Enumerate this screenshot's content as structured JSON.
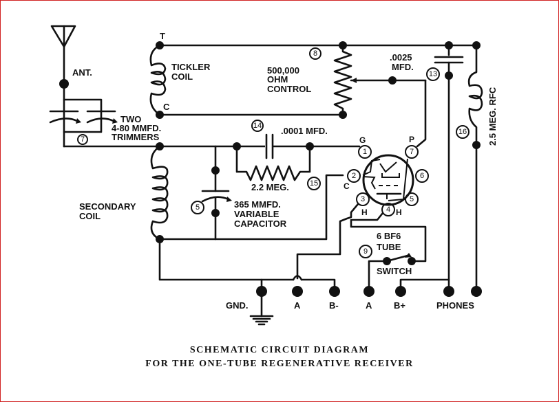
{
  "caption": {
    "line1": "SCHEMATIC CIRCUIT DIAGRAM",
    "line2": "FOR THE ONE-TUBE REGENERATIVE RECEIVER"
  },
  "labels": {
    "antenna": "ANT.",
    "trimmers_1": "TWO",
    "trimmers_2": "4-80 MMFD.",
    "trimmers_3": "TRIMMERS",
    "tickler_1": "TICKLER",
    "tickler_2": "COIL",
    "tickler_T": "T",
    "tickler_C": "C",
    "control_1": "500,000",
    "control_2": "OHM",
    "control_3": "CONTROL",
    "cap_0025_1": ".0025",
    "cap_0025_2": "MFD.",
    "rfc": "2.5 MEG. RFC",
    "cap_0001": ".0001 MFD.",
    "resistor": "2.2 MEG.",
    "secondary_1": "SECONDARY",
    "secondary_2": "COIL",
    "varcap_1": "365 MMFD.",
    "varcap_2": "VARIABLE",
    "varcap_3": "CAPACITOR",
    "tube_1": "6 BF6",
    "tube_2": "TUBE",
    "switch": "SWITCH",
    "pin_G": "G",
    "pin_P": "P",
    "pin_C": "C",
    "pin_H3": "H",
    "pin_H4": "H"
  },
  "part_numbers": {
    "trimmers": "7",
    "control": "8",
    "cap_0025": "13",
    "cap_0001": "14",
    "resistor": "15",
    "rfc": "16",
    "varcap": "5",
    "switch": "9"
  },
  "tube_pins": [
    "1",
    "2",
    "3",
    "4",
    "5",
    "6",
    "7"
  ],
  "terminals": [
    "GND.",
    "A",
    "B-",
    "A",
    "B+",
    "PHONES"
  ]
}
